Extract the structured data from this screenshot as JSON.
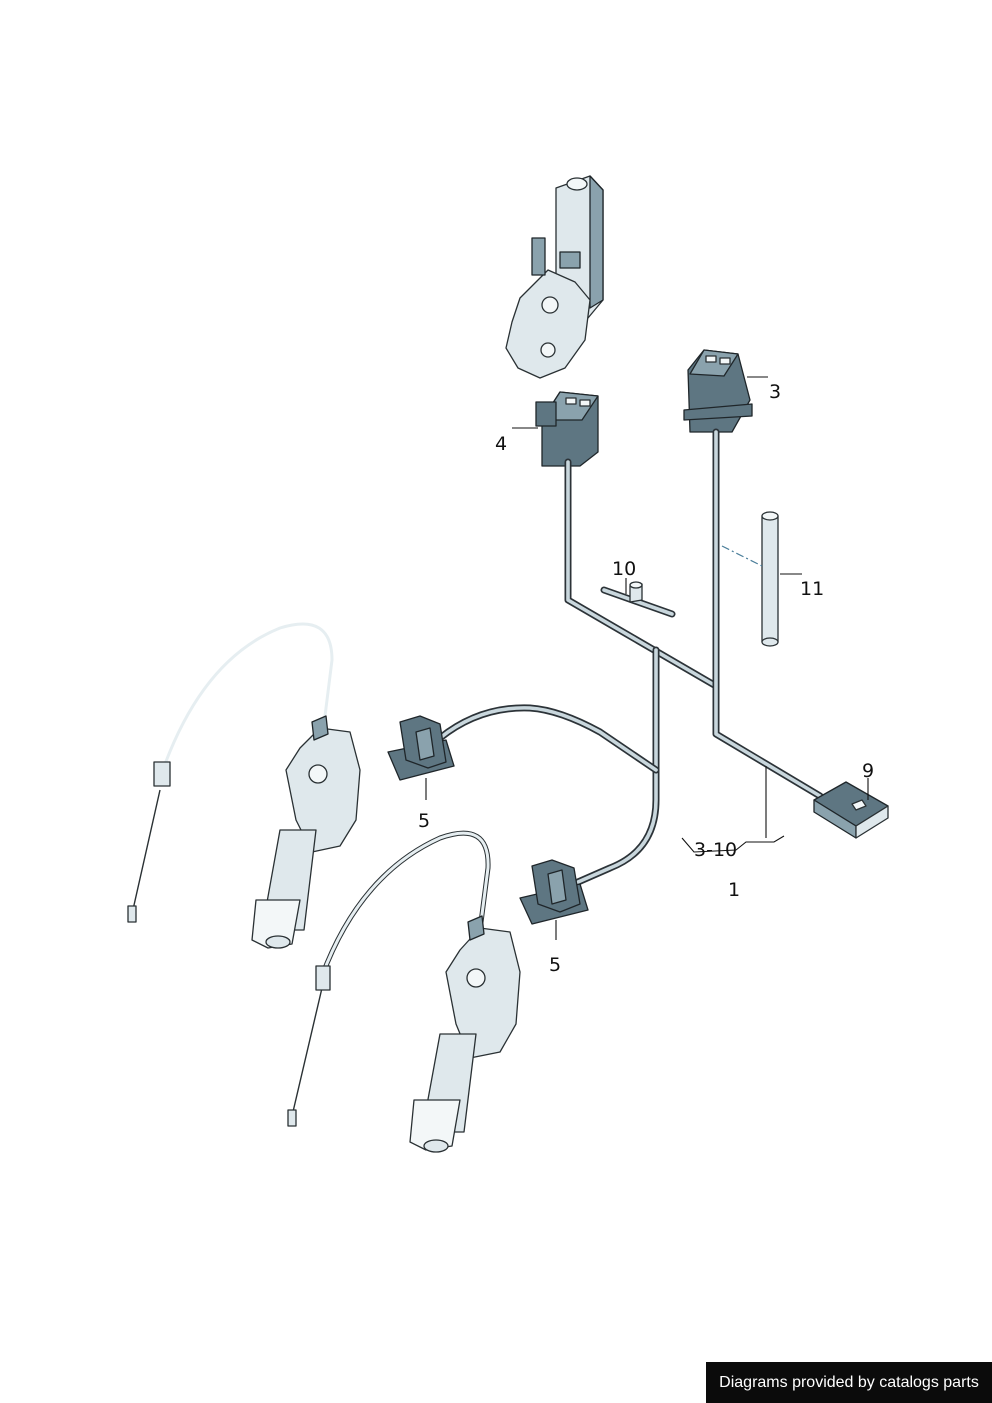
{
  "callouts": {
    "c1": "1",
    "c3": "3",
    "c3_10": "3-10",
    "c4": "4",
    "c5a": "5",
    "c5b": "5",
    "c9": "9",
    "c10": "10",
    "c11": "11"
  },
  "credit": "Diagrams provided by catalogs parts",
  "colors": {
    "connector": "#5e7682",
    "cable": "#2c3338",
    "actuator": "#dfe8ec",
    "banner": "#0b0b0b"
  }
}
